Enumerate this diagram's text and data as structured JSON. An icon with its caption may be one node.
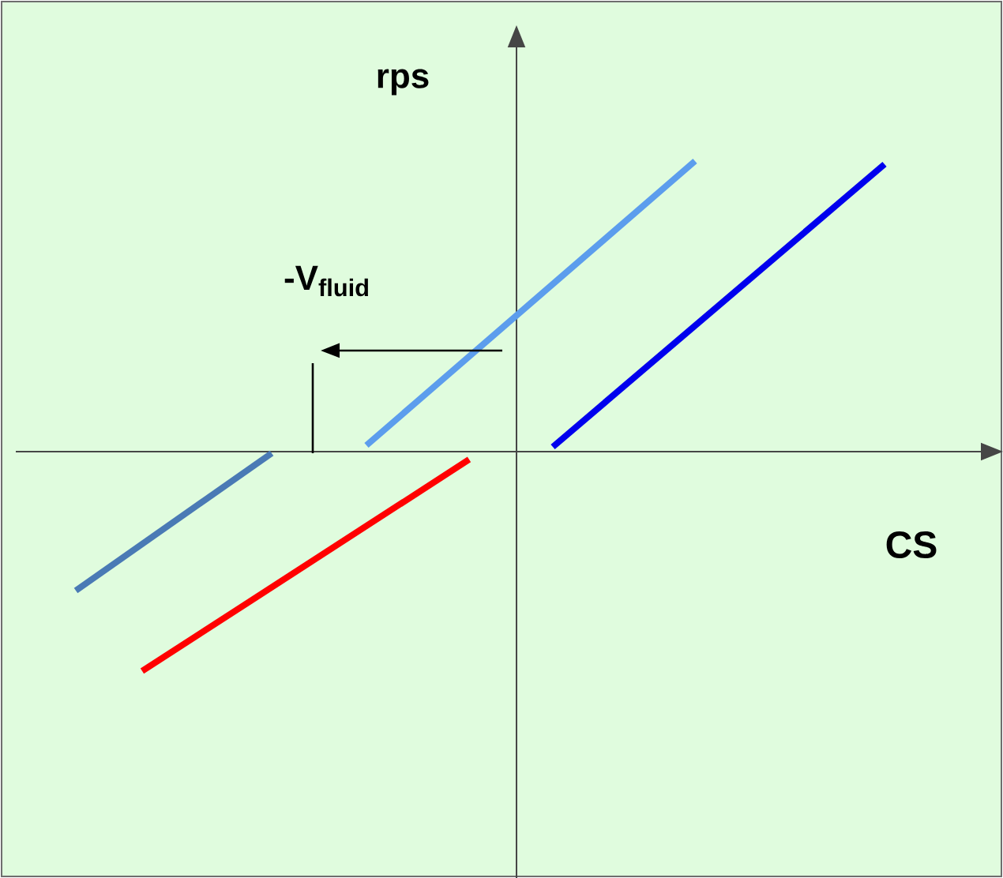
{
  "diagram": {
    "labels": [
      "rps",
      "-V$_{fluid}$",
      "CS"
    ]
  }
}
